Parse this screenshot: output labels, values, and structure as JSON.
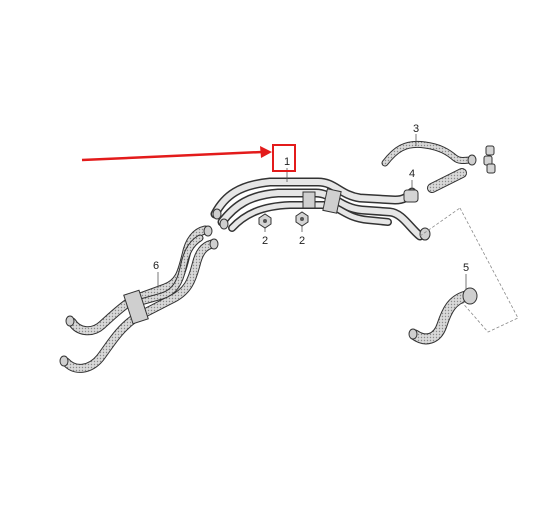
{
  "diagram": {
    "callouts": {
      "part_1": "1",
      "part_2a": "2",
      "part_2b": "2",
      "part_3": "3",
      "part_4": "4",
      "part_5": "5",
      "part_6": "6"
    },
    "colors": {
      "highlight": "#e31b1b",
      "hose_fill": "#d9d9d9",
      "hose_outline": "#333333",
      "leader_line": "#555555",
      "dashed_frame": "#8a8a8a"
    }
  }
}
